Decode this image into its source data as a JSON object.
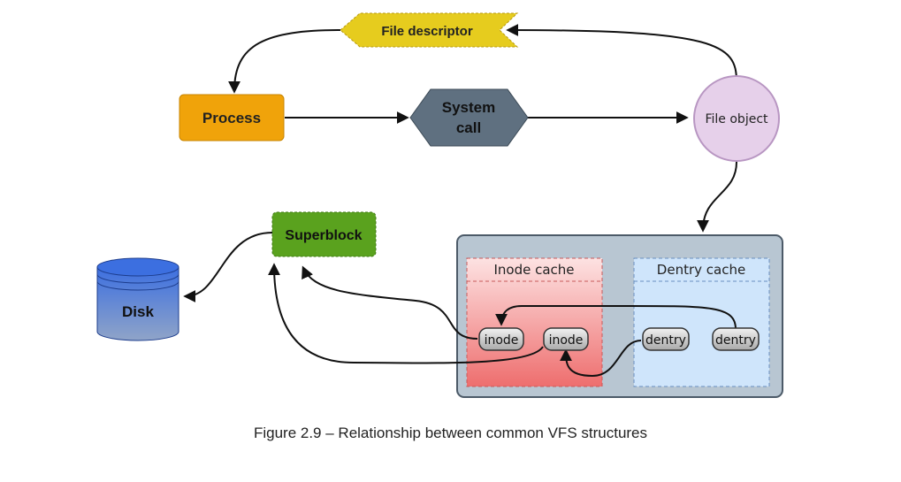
{
  "nodes": {
    "file_descriptor": "File descriptor",
    "process": "Process",
    "system_call_line1": "System",
    "system_call_line2": "call",
    "file_object": "File object",
    "superblock": "Superblock",
    "disk": "Disk",
    "inode_cache": "Inode cache",
    "dentry_cache": "Dentry cache",
    "inode_1": "inode",
    "inode_2": "inode",
    "dentry_1": "dentry",
    "dentry_2": "dentry"
  },
  "caption": "Figure 2.9 – Relationship between common VFS structures",
  "colors": {
    "file_descriptor": "#e6cc1e",
    "process": "#f0a30a",
    "system_call": "#5f7080",
    "file_object": "#e6d0ea",
    "superblock": "#5aa21e",
    "disk": "#2456c8",
    "container": "#b8c6d2",
    "inode_cache": "#f08b8b",
    "dentry_cache": "#cfe5fb"
  }
}
